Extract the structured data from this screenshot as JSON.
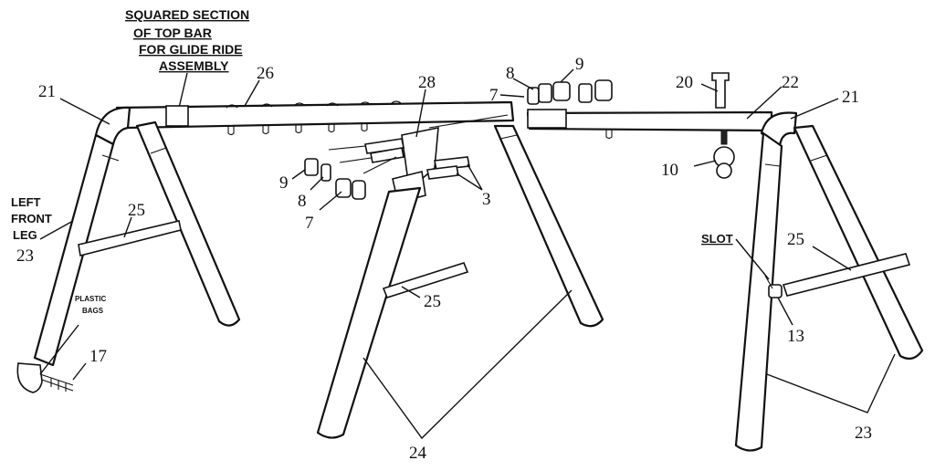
{
  "diagram": {
    "title_lines": [
      "SQUARED SECTION",
      "OF TOP BAR",
      "FOR GLIDE RIDE",
      "ASSEMBLY"
    ],
    "labels": {
      "left_front_leg": [
        "LEFT",
        "FRONT",
        "LEG"
      ],
      "plastic_bags": [
        "PLASTIC",
        "BAGS"
      ],
      "slot": "SLOT"
    },
    "callouts": [
      {
        "id": "21a",
        "text": "21"
      },
      {
        "id": "21b",
        "text": "21"
      },
      {
        "id": "26",
        "text": "26"
      },
      {
        "id": "28",
        "text": "28"
      },
      {
        "id": "8a",
        "text": "8"
      },
      {
        "id": "9a",
        "text": "9"
      },
      {
        "id": "7a",
        "text": "7"
      },
      {
        "id": "20",
        "text": "20"
      },
      {
        "id": "22",
        "text": "22"
      },
      {
        "id": "10",
        "text": "10"
      },
      {
        "id": "25a",
        "text": "25"
      },
      {
        "id": "23a",
        "text": "23"
      },
      {
        "id": "9b",
        "text": "9"
      },
      {
        "id": "8b",
        "text": "8"
      },
      {
        "id": "7b",
        "text": "7"
      },
      {
        "id": "3",
        "text": "3"
      },
      {
        "id": "25b",
        "text": "25"
      },
      {
        "id": "25c",
        "text": "25"
      },
      {
        "id": "13",
        "text": "13"
      },
      {
        "id": "17",
        "text": "17"
      },
      {
        "id": "24",
        "text": "24"
      },
      {
        "id": "23b",
        "text": "23"
      }
    ]
  }
}
